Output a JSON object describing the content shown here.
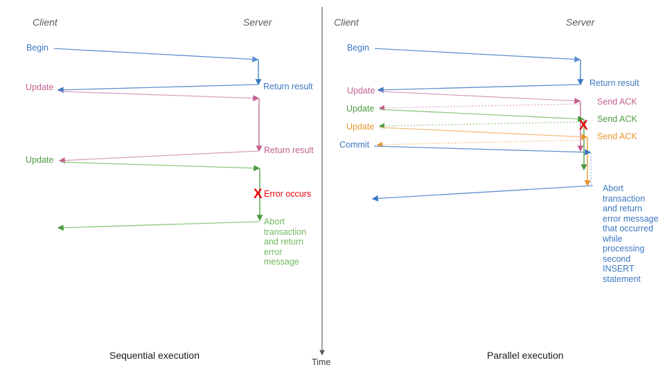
{
  "figure": {
    "title_left": "Sequential execution",
    "title_right": "Parallel execution",
    "time_axis_label": "Time"
  },
  "colors": {
    "blue": "#3b78c3",
    "blue_light": "#7fa9de",
    "pink": "#c2608f",
    "pink_light": "#d9a0bd",
    "green": "#4b9b3f",
    "green_light": "#8cc87e",
    "orange": "#e8962e",
    "orange_light": "#f3bd78",
    "red": "#e8000d",
    "actor": "#5a5a5a",
    "divider": "#555555",
    "text": "#1a1a1a"
  },
  "left_panel": {
    "name": "Sequential execution",
    "actors": {
      "client": "Client",
      "server": "Server"
    },
    "messages": [
      {
        "label": "Begin",
        "color": "blue",
        "dir": "to-server"
      },
      {
        "label": "Return result",
        "color": "blue",
        "dir": "to-client"
      },
      {
        "label": "Update",
        "color": "pink",
        "dir": "to-server"
      },
      {
        "label": "Return result",
        "color": "pink",
        "dir": "to-client"
      },
      {
        "label": "Update",
        "color": "green",
        "dir": "to-server"
      }
    ],
    "error": {
      "marker": "X",
      "label": "Error occurs"
    },
    "abort_note": "Abort\ntransaction\nand return\nerror message"
  },
  "right_panel": {
    "name": "Parallel execution",
    "actors": {
      "client": "Client",
      "server": "Server"
    },
    "messages": [
      {
        "label": "Begin",
        "color": "blue",
        "dir": "to-server"
      },
      {
        "label": "Return result",
        "color": "blue",
        "dir": "to-client"
      },
      {
        "label": "Update",
        "color": "pink",
        "dir": "to-server"
      },
      {
        "label": "Send ACK",
        "color": "pink",
        "dir": "to-client"
      },
      {
        "label": "Update",
        "color": "green",
        "dir": "to-server"
      },
      {
        "label": "Send ACK",
        "color": "green",
        "dir": "to-client"
      },
      {
        "label": "Update",
        "color": "orange",
        "dir": "to-server"
      },
      {
        "label": "Send ACK",
        "color": "orange",
        "dir": "to-client"
      },
      {
        "label": "Commit",
        "color": "blue",
        "dir": "to-server"
      }
    ],
    "error": {
      "marker": "X"
    },
    "abort_note": "Abort\ntransaction\nand return\nerror message\nthat occurred\nwhile\nprocessing\nsecond\nINSERT\nstatement"
  }
}
